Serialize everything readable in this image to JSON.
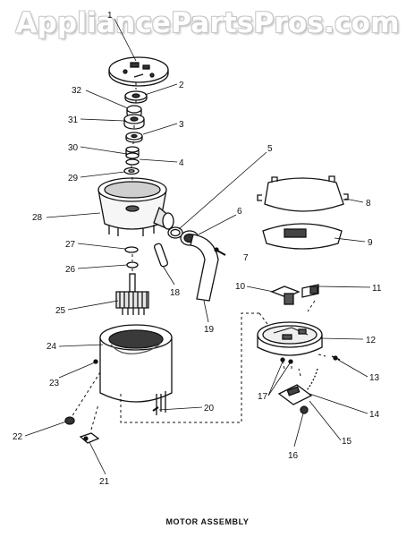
{
  "watermark": "AppliancePartsPros.com",
  "caption": "MOTOR ASSEMBLY",
  "callouts": [
    "1",
    "2",
    "3",
    "4",
    "5",
    "6",
    "7",
    "8",
    "9",
    "10",
    "11",
    "12",
    "13",
    "14",
    "15",
    "16",
    "17",
    "18",
    "19",
    "20",
    "21",
    "22",
    "23",
    "24",
    "25",
    "26",
    "27",
    "28",
    "29",
    "30",
    "31",
    "32"
  ]
}
